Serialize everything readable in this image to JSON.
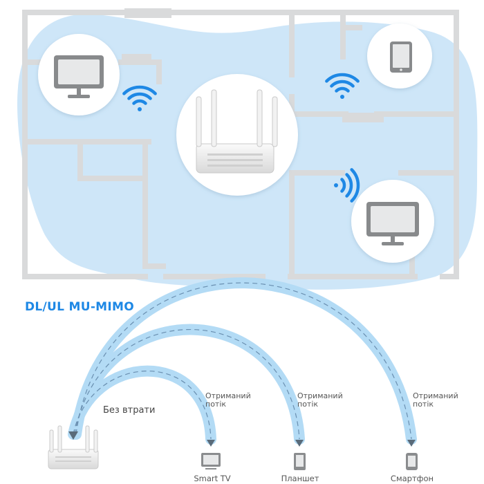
{
  "title": "DL/UL MU-MIMO",
  "no_loss_label": "Без втрати",
  "devices": [
    {
      "name": "Smart TV",
      "status_line1": "Отриманий",
      "status_line2": "потік",
      "icon": "tv-icon"
    },
    {
      "name": "Планшет",
      "status_line1": "Отриманий",
      "status_line2": "потік",
      "icon": "tablet-icon"
    },
    {
      "name": "Смартфон",
      "status_line1": "Отриманий",
      "status_line2": "потік",
      "icon": "smartphone-icon"
    }
  ],
  "colors": {
    "accent": "#1e88e5",
    "coverage": "#c9e3f7",
    "wall": "#d9dadb",
    "beam": "#b3dbf5",
    "dash": "#6a8fb0"
  },
  "floorplan_icons": [
    "monitor-icon",
    "router-icon",
    "tablet-icon",
    "monitor-icon",
    "wifi-icon"
  ]
}
